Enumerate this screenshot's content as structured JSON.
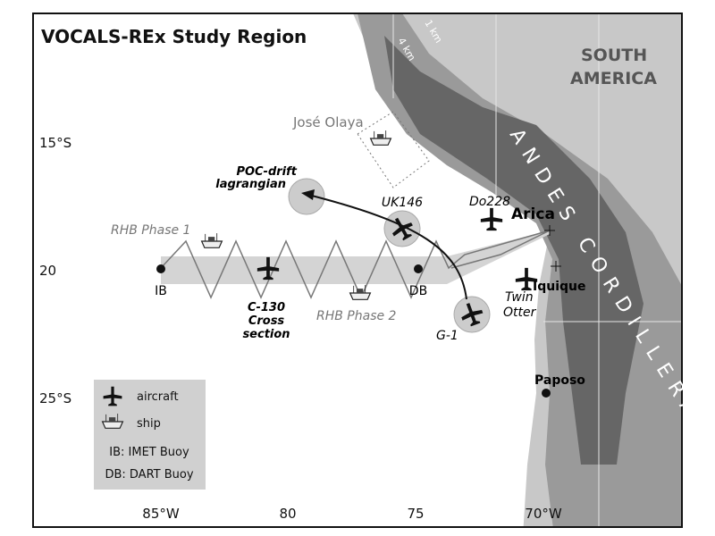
{
  "title": "VOCALS-REx Study Region",
  "continent": [
    "South",
    "America"
  ],
  "mountains": "ANDES CORDILLERA",
  "contours": [
    "1 km",
    "4 km"
  ],
  "lat_ticks": [
    "15°S",
    "20",
    "25°S"
  ],
  "lon_ticks": [
    "85°W",
    "80",
    "75",
    "70°W"
  ],
  "places": {
    "arica": "Arica",
    "iquique": "Iquique",
    "paposo": "Paposo"
  },
  "ships": {
    "jose_olaya": "José Olaya",
    "rhb1": "RHB Phase 1",
    "rhb2": "RHB Phase 2"
  },
  "aircraft": {
    "poc": [
      "POC-drift",
      "lagrangian"
    ],
    "uk146": "UK146",
    "do228": "Do228",
    "twin": [
      "Twin",
      "Otter"
    ],
    "g1": "G-1",
    "c130": [
      "C-130",
      "Cross",
      "section"
    ]
  },
  "buoys": {
    "ib": "IB",
    "db": "DB"
  },
  "legend": {
    "aircraft": "aircraft",
    "ship": "ship",
    "ib": "IB: IMET Buoy",
    "db": "DB: DART Buoy"
  },
  "colors": {
    "land": "#c8c8c8",
    "mid": "#9a9a9a",
    "high": "#666666",
    "band": "#d4d4d4",
    "ship_text": "#777777"
  }
}
